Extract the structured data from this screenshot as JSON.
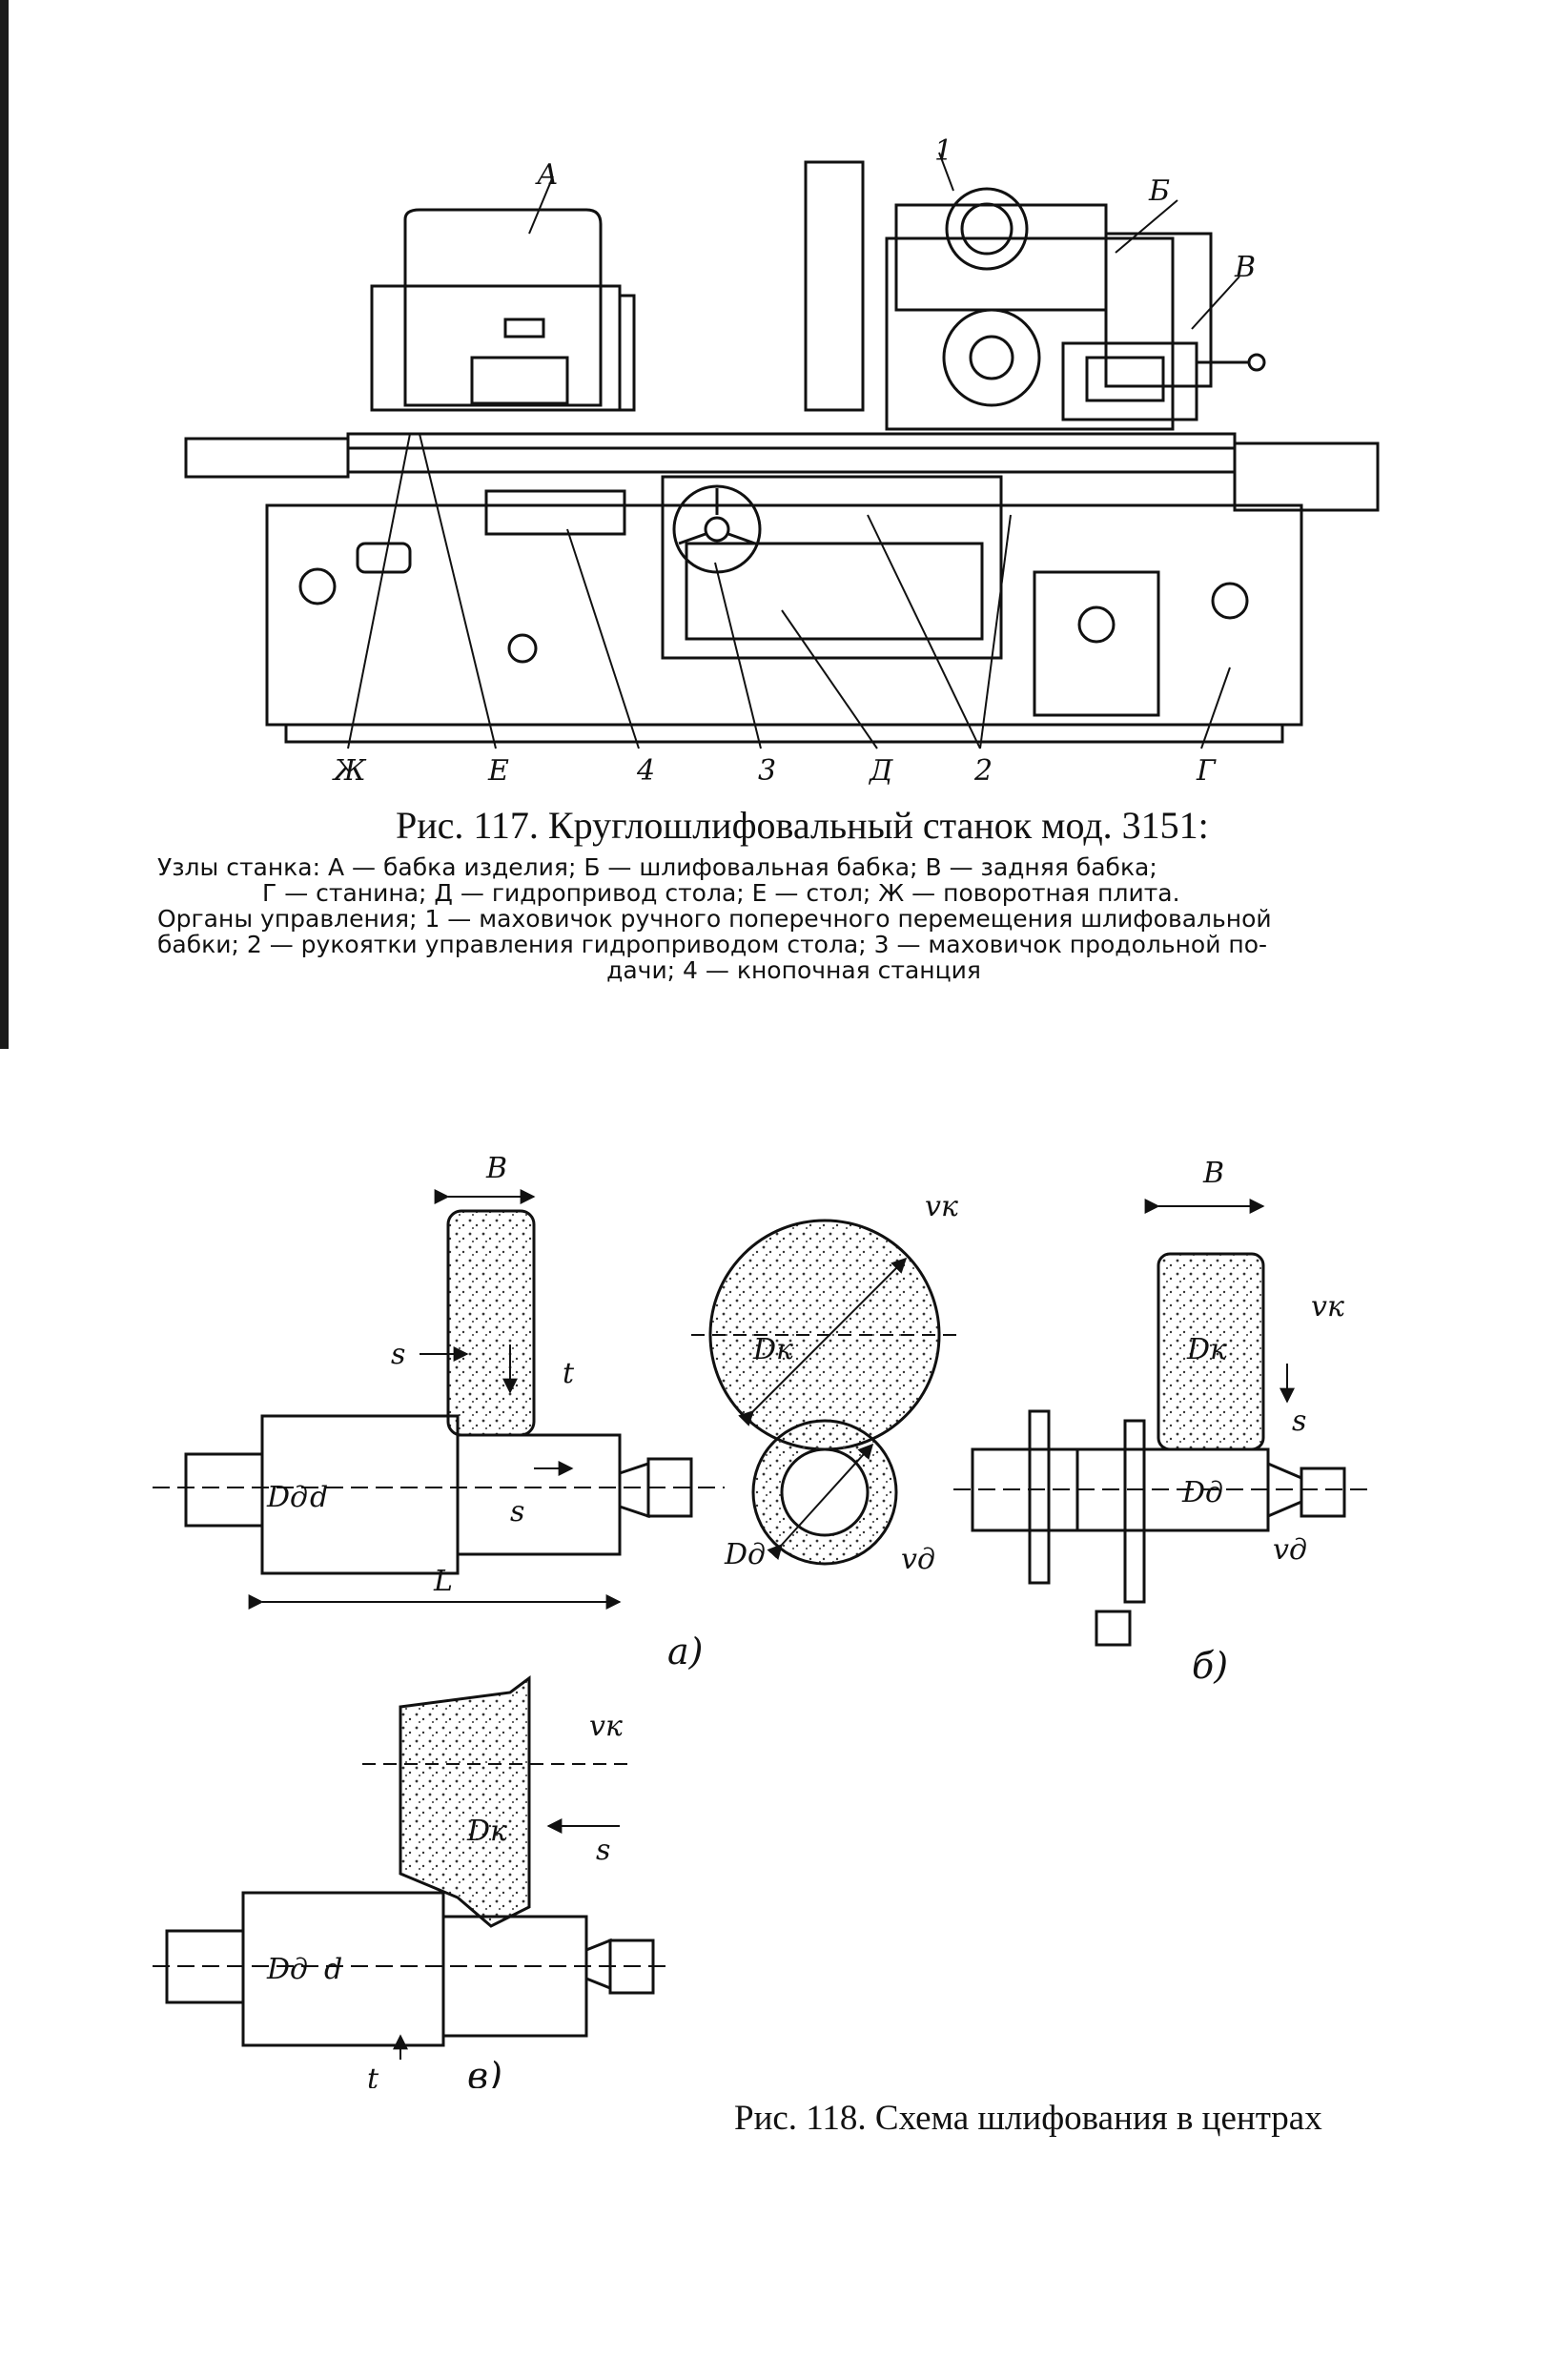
{
  "fig117": {
    "caption": "Рис. 117. Круглошлифовальный станок мод. 3151:",
    "legend_line1": "Узлы станка: А — бабка изделия; Б — шлифовальная бабка; В — задняя бабка;",
    "legend_line2": "Г — станина; Д — гидропривод стола; Е — стол; Ж — поворотная плита.",
    "legend_line3": "Органы управления; 1 — маховичок ручного поперечного перемещения шлифовальной",
    "legend_line4": "бабки; 2 — рукоятки управления гидроприводом стола; 3 — маховичок продольной по-",
    "legend_line5": "дачи; 4 — кнопочная станция",
    "labels": {
      "A": "А",
      "B": "Б",
      "V": "В",
      "G": "Г",
      "D": "Д",
      "E": "Е",
      "Zh": "Ж",
      "n1": "1",
      "n2": "2",
      "n3": "3",
      "n4": "4"
    }
  },
  "fig118": {
    "caption": "Рис. 118. Схема шлифования в центрах",
    "sub_a": "а)",
    "sub_b": "б)",
    "sub_v": "в)",
    "labels": {
      "B": "B",
      "s": "s",
      "t": "t",
      "L": "L",
      "d": "d",
      "Dd": "Dд",
      "Dk": "Dк",
      "vk": "vк",
      "vd": "vд"
    }
  }
}
